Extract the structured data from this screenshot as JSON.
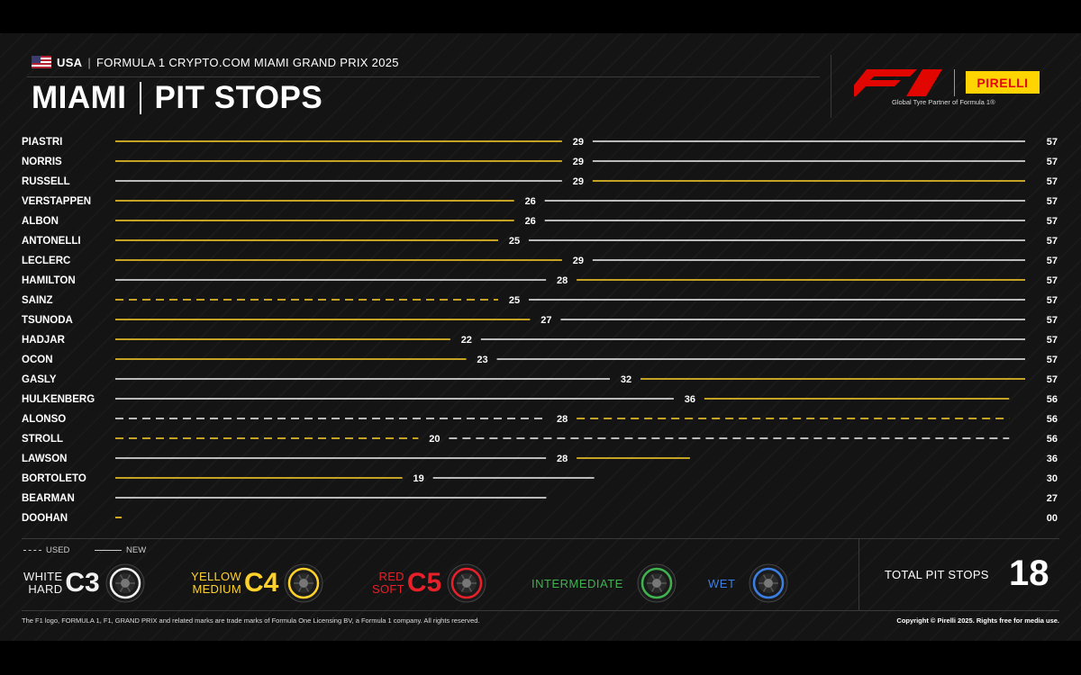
{
  "header": {
    "country": "USA",
    "event": "FORMULA 1 CRYPTO.COM MIAMI GRAND PRIX 2025",
    "title_left": "MIAMI",
    "title_right": "PIT STOPS"
  },
  "logos": {
    "pirelli": "PIRELLI",
    "tagline": "Global Tyre Partner of Formula 1®"
  },
  "colors": {
    "hard": "#f2f2f2",
    "medium": "#ffd12a",
    "soft": "#e8202a",
    "intermediate": "#3fb34f",
    "wet": "#3b7fe6",
    "background": "#141414"
  },
  "chart_data": {
    "type": "bar",
    "race_laps": 57,
    "xlim": [
      0,
      57
    ],
    "drivers": [
      {
        "name": "PIASTRI",
        "stints": [
          {
            "end": 29,
            "compound": "medium",
            "used": false
          },
          {
            "end": 57,
            "compound": "hard",
            "used": false
          }
        ],
        "final": "57"
      },
      {
        "name": "NORRIS",
        "stints": [
          {
            "end": 29,
            "compound": "medium",
            "used": false
          },
          {
            "end": 57,
            "compound": "hard",
            "used": false
          }
        ],
        "final": "57"
      },
      {
        "name": "RUSSELL",
        "stints": [
          {
            "end": 29,
            "compound": "hard",
            "used": false
          },
          {
            "end": 57,
            "compound": "medium",
            "used": false
          }
        ],
        "final": "57"
      },
      {
        "name": "VERSTAPPEN",
        "stints": [
          {
            "end": 26,
            "compound": "medium",
            "used": false
          },
          {
            "end": 57,
            "compound": "hard",
            "used": false
          }
        ],
        "final": "57"
      },
      {
        "name": "ALBON",
        "stints": [
          {
            "end": 26,
            "compound": "medium",
            "used": false
          },
          {
            "end": 57,
            "compound": "hard",
            "used": false
          }
        ],
        "final": "57"
      },
      {
        "name": "ANTONELLI",
        "stints": [
          {
            "end": 25,
            "compound": "medium",
            "used": false
          },
          {
            "end": 57,
            "compound": "hard",
            "used": false
          }
        ],
        "final": "57"
      },
      {
        "name": "LECLERC",
        "stints": [
          {
            "end": 29,
            "compound": "medium",
            "used": false
          },
          {
            "end": 57,
            "compound": "hard",
            "used": false
          }
        ],
        "final": "57"
      },
      {
        "name": "HAMILTON",
        "stints": [
          {
            "end": 28,
            "compound": "hard",
            "used": false
          },
          {
            "end": 57,
            "compound": "medium",
            "used": false
          }
        ],
        "final": "57"
      },
      {
        "name": "SAINZ",
        "stints": [
          {
            "end": 25,
            "compound": "medium",
            "used": true
          },
          {
            "end": 57,
            "compound": "hard",
            "used": false
          }
        ],
        "final": "57"
      },
      {
        "name": "TSUNODA",
        "stints": [
          {
            "end": 27,
            "compound": "medium",
            "used": false
          },
          {
            "end": 57,
            "compound": "hard",
            "used": false
          }
        ],
        "final": "57"
      },
      {
        "name": "HADJAR",
        "stints": [
          {
            "end": 22,
            "compound": "medium",
            "used": false
          },
          {
            "end": 57,
            "compound": "hard",
            "used": false
          }
        ],
        "final": "57"
      },
      {
        "name": "OCON",
        "stints": [
          {
            "end": 23,
            "compound": "medium",
            "used": false
          },
          {
            "end": 57,
            "compound": "hard",
            "used": false
          }
        ],
        "final": "57"
      },
      {
        "name": "GASLY",
        "stints": [
          {
            "end": 32,
            "compound": "hard",
            "used": false
          },
          {
            "end": 57,
            "compound": "medium",
            "used": false
          }
        ],
        "final": "57"
      },
      {
        "name": "HULKENBERG",
        "stints": [
          {
            "end": 36,
            "compound": "hard",
            "used": false
          },
          {
            "end": 56,
            "compound": "medium",
            "used": false
          }
        ],
        "final": "56"
      },
      {
        "name": "ALONSO",
        "stints": [
          {
            "end": 28,
            "compound": "hard",
            "used": true
          },
          {
            "end": 56,
            "compound": "medium",
            "used": true
          }
        ],
        "final": "56"
      },
      {
        "name": "STROLL",
        "stints": [
          {
            "end": 20,
            "compound": "medium",
            "used": true
          },
          {
            "end": 56,
            "compound": "hard",
            "used": true
          }
        ],
        "final": "56"
      },
      {
        "name": "LAWSON",
        "stints": [
          {
            "end": 28,
            "compound": "hard",
            "used": false
          },
          {
            "end": 36,
            "compound": "medium",
            "used": false
          }
        ],
        "final": "36"
      },
      {
        "name": "BORTOLETO",
        "stints": [
          {
            "end": 19,
            "compound": "medium",
            "used": false
          },
          {
            "end": 30,
            "compound": "hard",
            "used": false
          }
        ],
        "final": "30"
      },
      {
        "name": "BEARMAN",
        "stints": [
          {
            "end": 27,
            "compound": "hard",
            "used": false
          }
        ],
        "final": "27"
      },
      {
        "name": "DOOHAN",
        "stints": [
          {
            "end": 0.4,
            "compound": "medium",
            "used": false
          }
        ],
        "final": "00"
      }
    ]
  },
  "legend": {
    "used": "USED",
    "new": "NEW",
    "compounds": [
      {
        "key": "hard",
        "label_top": "WHITE",
        "label_bottom": "HARD",
        "code": "C3"
      },
      {
        "key": "medium",
        "label_top": "YELLOW",
        "label_bottom": "MEDIUM",
        "code": "C4"
      },
      {
        "key": "soft",
        "label_top": "RED",
        "label_bottom": "SOFT",
        "code": "C5"
      },
      {
        "key": "intermediate",
        "label": "INTERMEDIATE"
      },
      {
        "key": "wet",
        "label": "WET"
      }
    ]
  },
  "summary": {
    "total_label": "TOTAL PIT STOPS",
    "total_value": "18"
  },
  "footer": {
    "left": "The F1 logo, FORMULA 1, F1, GRAND PRIX and related marks are trade marks of Formula One Licensing BV, a Formula 1 company. All rights reserved.",
    "right": "Copyright © Pirelli 2025. Rights free for media use."
  }
}
